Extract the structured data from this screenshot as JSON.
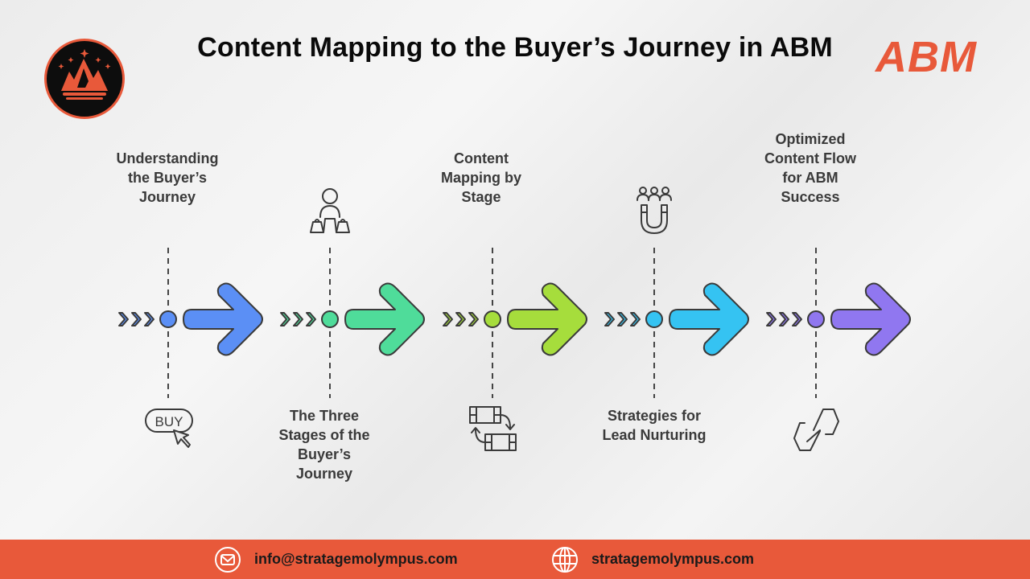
{
  "header": {
    "title": "Content Mapping to the Buyer’s Journey in ABM",
    "badge": "ABM",
    "logo": "crown-mountain-logo"
  },
  "stages": [
    {
      "label_lines": [
        "Understanding",
        "the Buyer’s",
        "Journey"
      ],
      "label_position": "top",
      "icon": "buy-button-cursor-icon",
      "color": "#5b8ff5"
    },
    {
      "label_lines": [
        "The Three",
        "Stages of the",
        "Buyer’s",
        "Journey"
      ],
      "label_position": "bottom",
      "icon": "shopper-bags-icon",
      "color": "#4fdc9a"
    },
    {
      "label_lines": [
        "Content",
        "Mapping by",
        "Stage"
      ],
      "label_position": "top",
      "icon": "mapping-exchange-icon",
      "color": "#a6dd3c"
    },
    {
      "label_lines": [
        "Strategies for",
        "Lead Nurturing"
      ],
      "label_position": "bottom",
      "icon": "people-magnet-icon",
      "color": "#35c3f2"
    },
    {
      "label_lines": [
        "Optimized",
        "Content Flow",
        "for ABM",
        "Success"
      ],
      "label_position": "top",
      "icon": "link-flow-icon",
      "color": "#9077f0"
    }
  ],
  "footer": {
    "email": "info@stratagemolympus.com",
    "website": "stratagemolympus.com",
    "background": "#e8593a"
  },
  "colors": {
    "accent": "#e8593a",
    "arrow_blue": "#5b8ff5",
    "arrow_mint": "#4fdc9a",
    "arrow_lime": "#a6dd3c",
    "arrow_cyan": "#35c3f2",
    "arrow_purple": "#9077f0"
  }
}
